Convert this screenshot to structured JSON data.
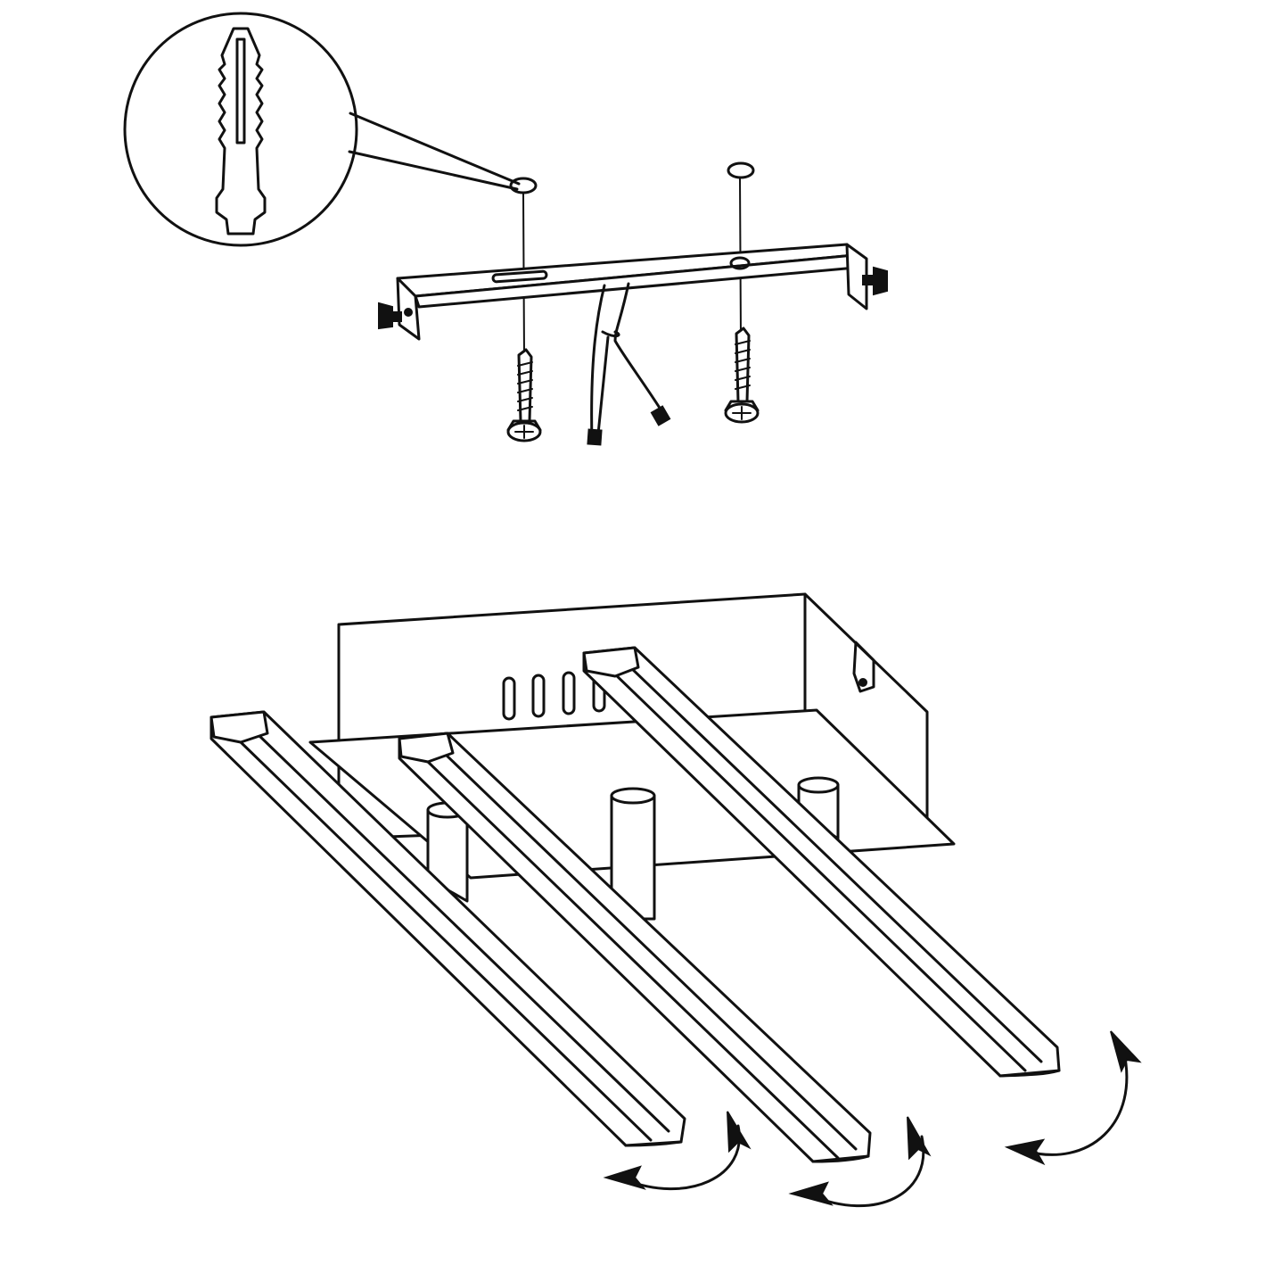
{
  "figure": {
    "background": "#ffffff",
    "line_color": "#111111",
    "wall_plug_count": 2,
    "screw_count": 2,
    "light_bar_count": 3,
    "rotation_arrow_count": 3
  }
}
